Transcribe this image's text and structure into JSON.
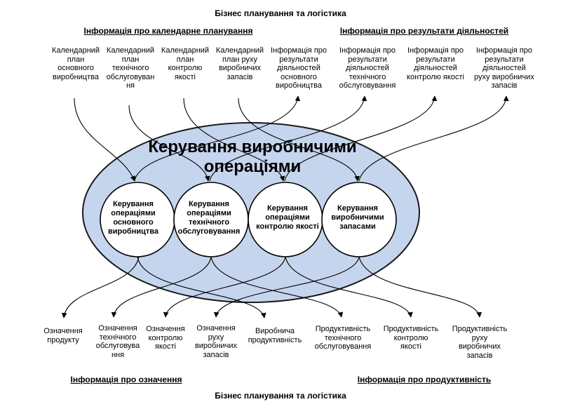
{
  "header_top": "Бізнес планування та логістика",
  "header_bottom": "Бізнес планування та логістика",
  "group_left_top": "Інформація про календарне планування",
  "group_right_top": "Інформація про результати діяльностей",
  "group_left_bottom": "Інформація про означення",
  "group_right_bottom": "Інформація про продуктивність",
  "central_title": "Керування виробничими операціями",
  "inner_nodes": [
    "Керування\nопераціями\nосновного\nвиробництва",
    "Керування\nопераціями\nтехнічного\nобслуговування",
    "Керування\nопераціями\nконтролю якості",
    "Керування\nвиробничими\nзапасами"
  ],
  "top_labels": [
    "Календарний\nплан\nосновного\nвиробництва",
    "Календарний\nплан\nтехнічного\nобслуговуван\nня",
    "Календарний\nплан\nконтролю\nякості",
    "Календарний\nплан руху\nвиробничих\nзапасів",
    "Інформація про\nрезультати\nдіяльностей\nосновного\nвиробництва",
    "Інформація про\nрезультати\nдіяльностей\nтехнічного\nобслуговування",
    "Інформація про\nрезультати\nдіяльностей\nконтролю якості",
    "Інформація про\nрезультати\nдіяльностей\nруху виробничих\nзапасів"
  ],
  "bottom_labels": [
    "Означення\nпродукту",
    "Означення\nтехнічного\nобслуговува\nння",
    "Означення\nконтролю\nякості",
    "Означення\nруху\nвиробничих\nзапасів",
    "Виробнича\nпродуктивність",
    "Продуктивність\nтехнічного\nобслуговування",
    "Продуктивність\nконтролю\nякості",
    "Продуктивність\nруху\nвиробничих\nзапасів"
  ],
  "colors": {
    "ellipse_fill": "#c6d5ee",
    "ellipse_stroke": "#1a1a1a",
    "node_fill": "#ffffff",
    "line": "#000000"
  }
}
